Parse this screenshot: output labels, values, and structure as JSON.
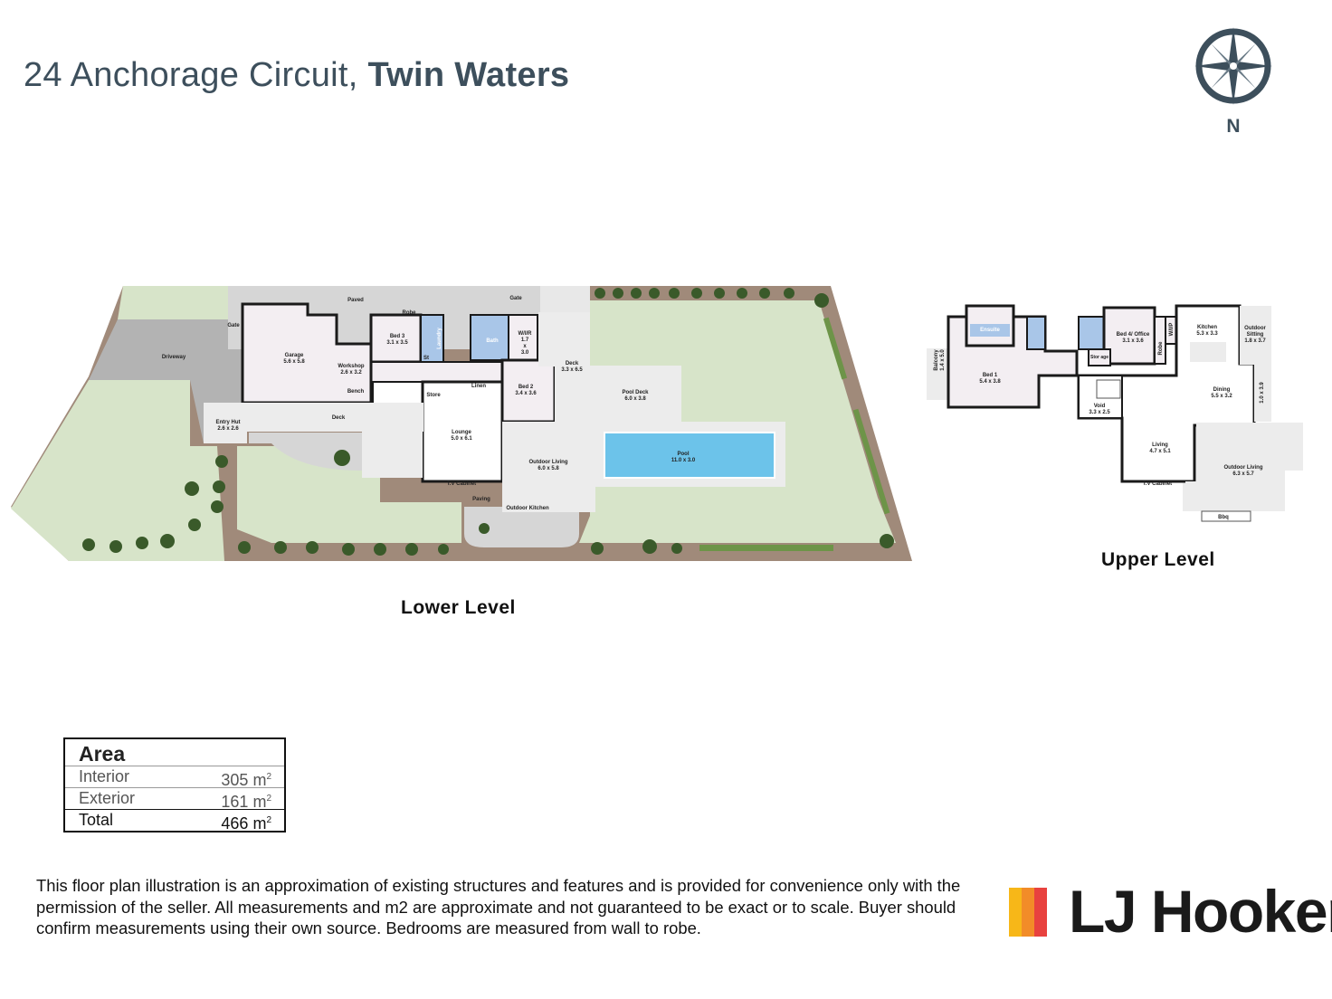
{
  "header": {
    "address_street": "24 Anchorage Circuit,",
    "address_suburb": "Twin Waters"
  },
  "compass": {
    "north_label": "N",
    "icon": "compass-rose-icon"
  },
  "lower_level": {
    "label": "Lower Level",
    "rooms": {
      "paved": "Paved",
      "gate_top": "Gate",
      "gate_left": "Gate",
      "driveway": "Driveway",
      "garage": "Garage",
      "garage_dim": "5.6 x 5.8",
      "workshop": "Workshop",
      "workshop_dim": "2.6 x 3.2",
      "bench": "Bench",
      "robe": "Robe",
      "bed3": "Bed 3",
      "bed3_dim": "3.1 x 3.5",
      "laundry": "Laundry",
      "bath": "Bath",
      "st": "St",
      "wir": "W/I/R",
      "wir_dim1": "1.7",
      "wir_dim2": "x",
      "wir_dim3": "3.0",
      "deck_top": "Deck",
      "deck_top_dim": "3.3 x 6.5",
      "store": "Store",
      "linen": "Linen",
      "bed2": "Bed 2",
      "bed2_dim": "3.4 x 3.6",
      "pool_deck": "Pool Deck",
      "pool_deck_dim": "6.0 x 3.8",
      "entry_hut": "Entry Hut",
      "entry_hut_dim": "2.6 x 2.6",
      "deck": "Deck",
      "lounge": "Lounge",
      "lounge_dim": "5.0 x 6.1",
      "outdoor_living": "Outdoor Living",
      "outdoor_living_dim": "6.0 x 5.8",
      "pool": "Pool",
      "pool_dim": "11.0 x 3.0",
      "tv_cabinet": "T.V Cabinet",
      "paving": "Paving",
      "outdoor_kitchen": "Outdoor Kitchen"
    }
  },
  "upper_level": {
    "label": "Upper Level",
    "rooms": {
      "ensuite": "Ensuite",
      "balcony": "Balcony",
      "balcony_dim": "1.4 x 5.0",
      "bed1": "Bed 1",
      "bed1_dim": "5.4 x 3.8",
      "storage": "Stor age",
      "bed4": "Bed 4/ Office",
      "bed4_dim": "3.1 x 3.6",
      "robe": "Robe",
      "wip": "W/I/P",
      "kitchen": "Kitchen",
      "kitchen_dim": "5.3 x 3.3",
      "outdoor_sitting_1": "Outdoor",
      "outdoor_sitting_2": "Sitting",
      "outdoor_sitting_dim": "1.8 x 3.7",
      "void": "Void",
      "void_dim": "3.3 x 2.5",
      "dining": "Dining",
      "dining_dim": "5.5 x 3.2",
      "side_dim": "1.0 x 3.9",
      "living": "Living",
      "living_dim": "4.7 x 5.1",
      "outdoor_living": "Outdoor Living",
      "outdoor_living_dim": "6.3 x 5.7",
      "tv_cabinet": "T.V Cabinet",
      "bbq": "Bbq"
    }
  },
  "area": {
    "heading": "Area",
    "rows": [
      {
        "label": "Interior",
        "value": "305 m",
        "unit_sup": "2"
      },
      {
        "label": "Exterior",
        "value": "161 m",
        "unit_sup": "2"
      },
      {
        "label": "Total",
        "value": "466 m",
        "unit_sup": "2"
      }
    ]
  },
  "disclaimer": "This floor plan illustration is an approximation of existing structures and features and is provided for convenience only with the permission of the seller. All measurements and m2 are approximate and not guaranteed to be exact or to scale. Buyer should confirm measurements using their own source. Bedrooms are measured from wall to robe.",
  "logo": {
    "text": "LJ Hooker",
    "bar_colors": [
      "#f7b718",
      "#f28c28",
      "#e8423f"
    ]
  },
  "colors": {
    "lawn": "#d7e4c9",
    "driveway": "#b3b3b3",
    "paved": "#d6d6d6",
    "deck": "#ececec",
    "room": "#f3eef2",
    "wet": "#a9c6e8",
    "pool": "#6cc3ea",
    "garden": "#a08a7a",
    "wall": "#1a1a1a",
    "title": "#3d4f5c"
  }
}
